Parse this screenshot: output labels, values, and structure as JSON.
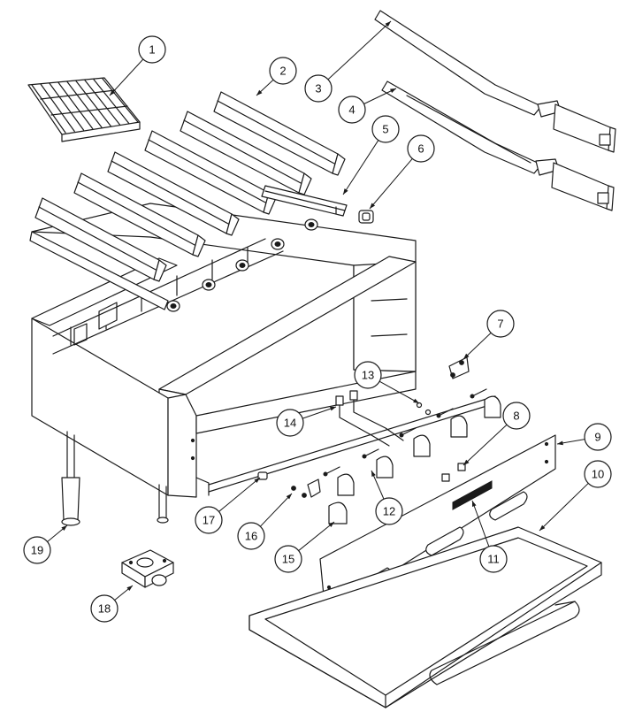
{
  "callouts": [
    {
      "label": "1"
    },
    {
      "label": "2"
    },
    {
      "label": "3"
    },
    {
      "label": "4"
    },
    {
      "label": "5"
    },
    {
      "label": "6"
    },
    {
      "label": "7"
    },
    {
      "label": "8"
    },
    {
      "label": "9"
    },
    {
      "label": "10"
    },
    {
      "label": "11"
    },
    {
      "label": "12"
    },
    {
      "label": "13"
    },
    {
      "label": "14"
    },
    {
      "label": "15"
    },
    {
      "label": "16"
    },
    {
      "label": "17"
    },
    {
      "label": "18"
    },
    {
      "label": "19"
    }
  ],
  "colors": {
    "line": "#1a1a1a",
    "background": "#ffffff"
  }
}
